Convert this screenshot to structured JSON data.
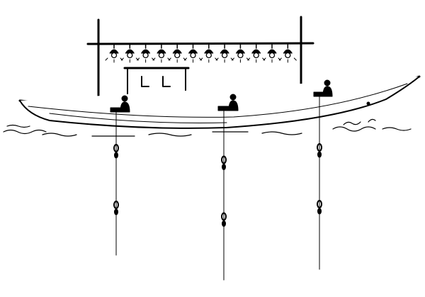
{
  "illustration": {
    "subject": "squid-fishing-boat",
    "colors": {
      "ink": "#000000",
      "background": "#ffffff"
    },
    "lamp_count": 12,
    "fisher_count": 3,
    "fishing_line_count": 3
  }
}
